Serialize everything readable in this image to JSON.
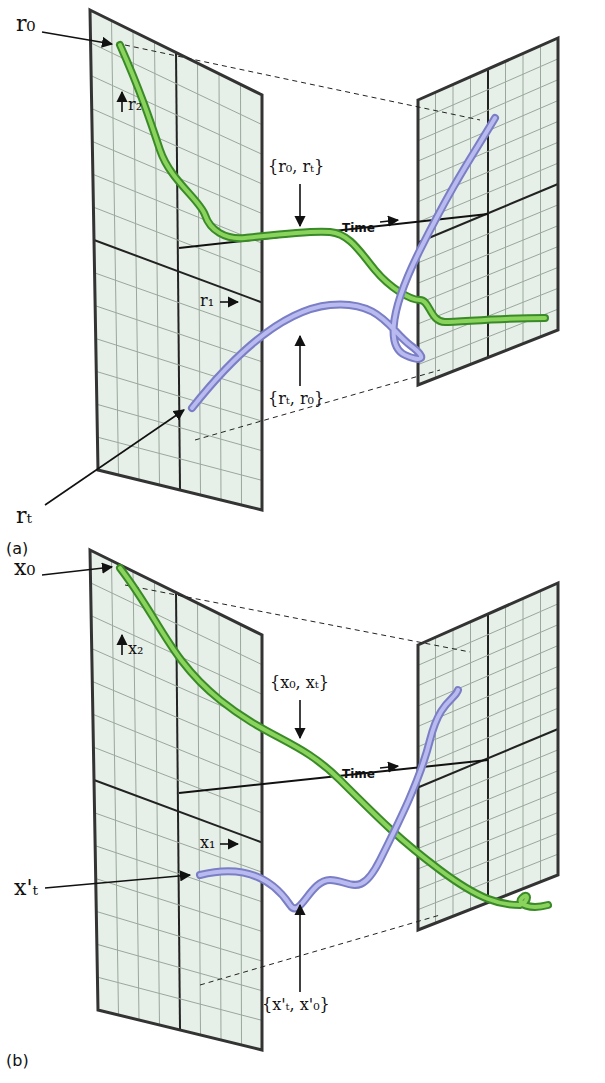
{
  "diagram": {
    "labels": [
      "r₀",
      "r₂",
      "{r₀, rₜ}",
      "Time",
      "r₁",
      "{rₜ, r₀}",
      "rₜ",
      "(a)",
      "x₀",
      "x₂",
      "{x₀, xₜ}",
      "Time",
      "x₁",
      "x'ₜ",
      "{x'ₜ, x'₀}",
      "(b)"
    ]
  }
}
